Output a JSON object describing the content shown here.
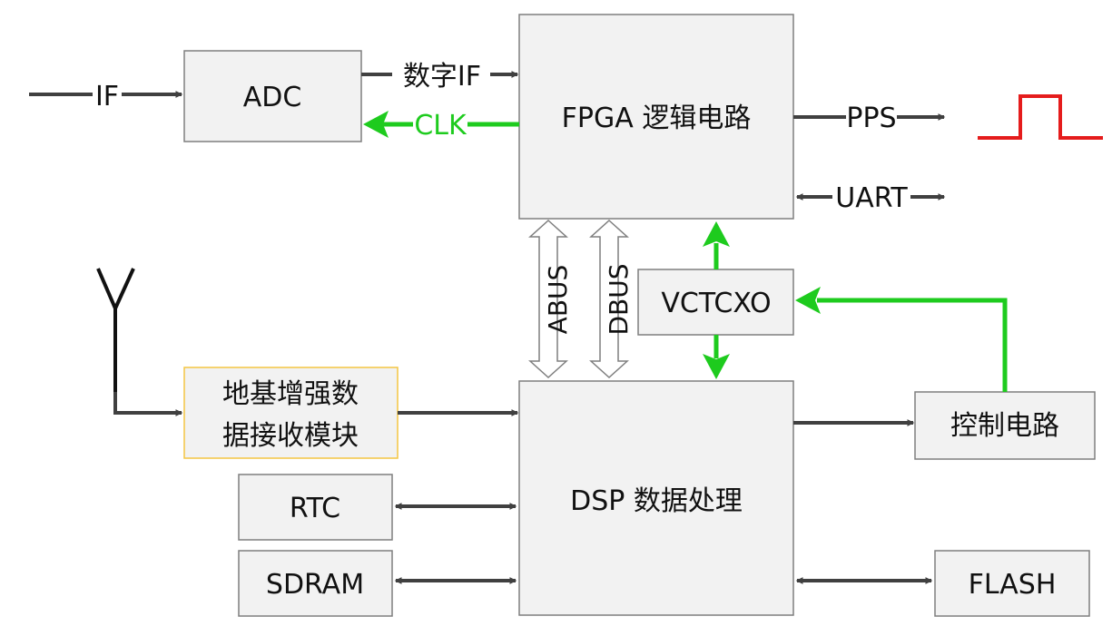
{
  "blocks": {
    "adc": "ADC",
    "fpga": "FPGA 逻辑电路",
    "vctcxo": "VCTCXO",
    "gbas_line1": "地基增强数",
    "gbas_line2": "据接收模块",
    "dsp": "DSP 数据处理",
    "control": "控制电路",
    "rtc": "RTC",
    "sdram": "SDRAM",
    "flash": "FLASH"
  },
  "signals": {
    "if_in": "IF",
    "digital_if": "数字IF",
    "clk": "CLK",
    "pps": "PPS",
    "uart": "UART",
    "abus": "ABUS",
    "dbus": "DBUS"
  },
  "colors": {
    "wire": "#404040",
    "clock_green": "#1ecb1e",
    "pps_pulse_red": "#e51c1c",
    "box_fill": "#f2f2f2",
    "box_stroke": "#7f7f7f",
    "module_border": "#f4c542"
  },
  "icons": [
    "antenna-icon",
    "pulse-waveform-icon"
  ]
}
